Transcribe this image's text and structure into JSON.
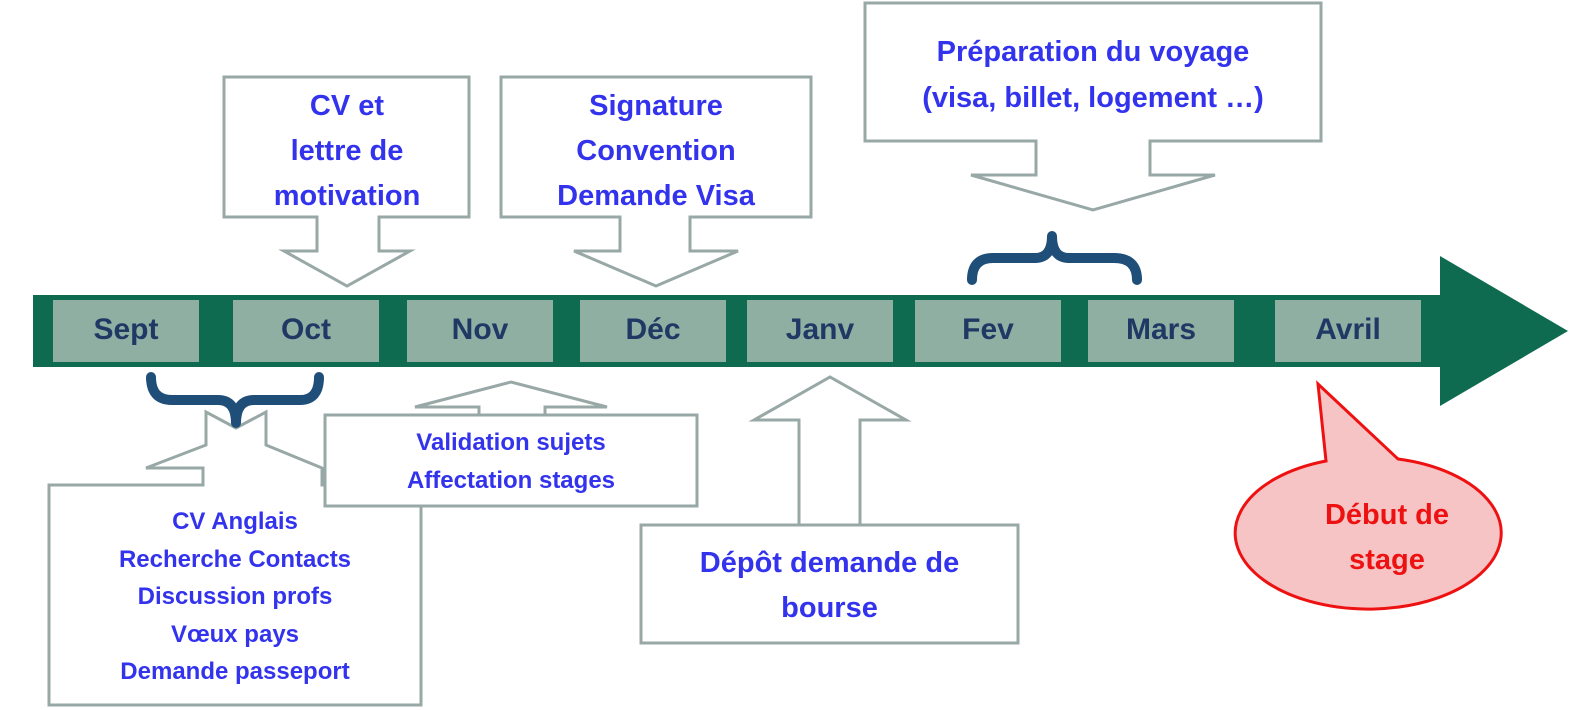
{
  "colors": {
    "timeline": "#0E6B50",
    "month_box": "#8FAFA3",
    "month_text": "#1F3864",
    "brace": "#1F4E79",
    "callout_border": "#98A8A6",
    "callout_text": "#3333EE",
    "bubble_fill": "#F6C4C4",
    "bubble_border": "#EE1111",
    "bubble_text": "#EE1111"
  },
  "months": [
    "Sept",
    "Oct",
    "Nov",
    "Déc",
    "Janv",
    "Fev",
    "Mars",
    "Avril"
  ],
  "callouts": {
    "cv_motivation": [
      "CV et",
      "lettre de",
      "motivation"
    ],
    "signature": [
      "Signature",
      "Convention",
      "Demande Visa"
    ],
    "preparation": [
      "Préparation du voyage",
      "(visa, billet, logement …)"
    ],
    "validation": [
      "Validation sujets",
      "Affectation stages"
    ],
    "sept_oct": [
      "CV Anglais",
      "Recherche Contacts",
      "Discussion profs",
      "Vœux pays",
      "Demande passeport"
    ],
    "bourse": [
      "Dépôt demande de",
      "bourse"
    ]
  },
  "bubble": [
    "Début de",
    "stage"
  ]
}
